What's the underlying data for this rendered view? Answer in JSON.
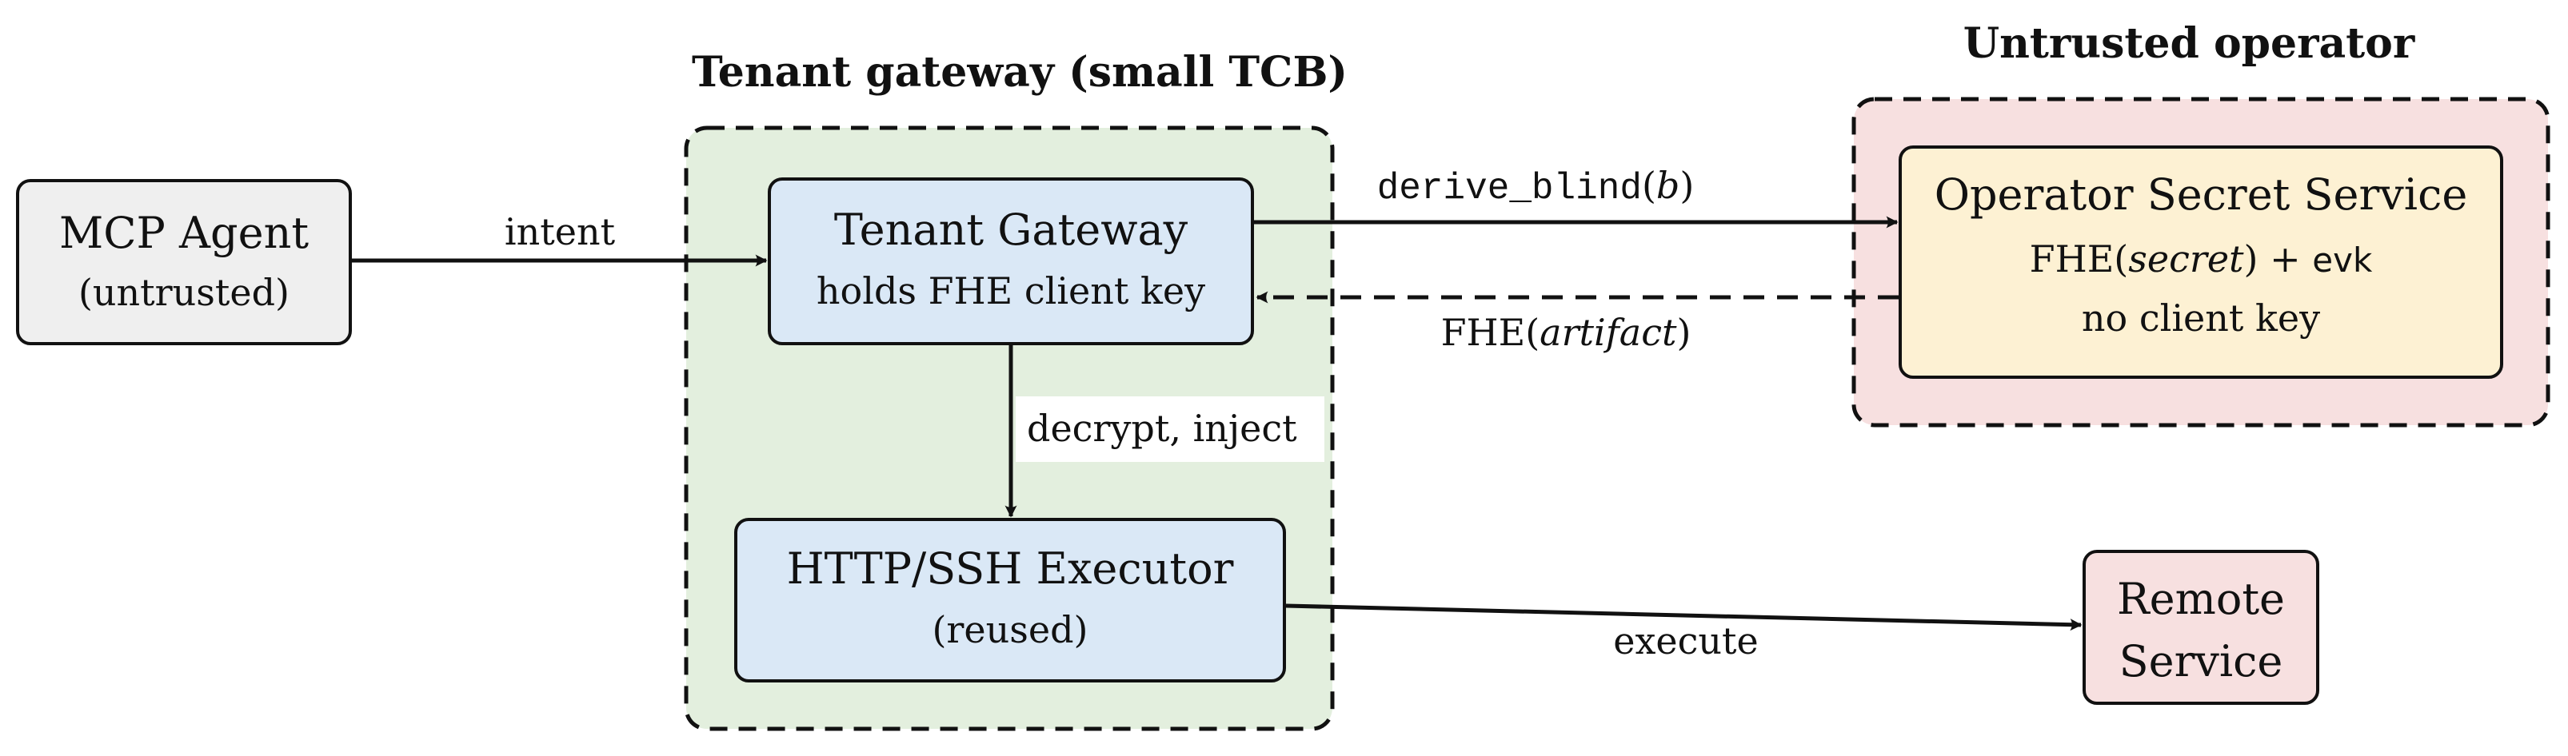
{
  "diagram": {
    "groups": {
      "tenant": {
        "title": "Tenant gateway (small TCB)",
        "fill": "#e3efde"
      },
      "operator": {
        "title": "Untrusted operator",
        "fill": "#f7e0e0"
      }
    },
    "nodes": {
      "mcp_agent": {
        "line1": "MCP Agent",
        "line2": "(untrusted)",
        "fill": "#efefef"
      },
      "tenant_gateway": {
        "line1": "Tenant Gateway",
        "line2": "holds FHE client key",
        "fill": "#dae8f6"
      },
      "executor": {
        "line1": "HTTP/SSH Executor",
        "line2": "(reused)",
        "fill": "#dae8f6"
      },
      "operator_service": {
        "line1": "Operator Secret Service",
        "line2": {
          "fn": "FHE(",
          "arg": "secret",
          "close": ")",
          "plus": " + ",
          "evk": "evk"
        },
        "line3": "no client key",
        "fill": "#fdf1d3"
      },
      "remote_service": {
        "line1": "Remote",
        "line2": "Service",
        "fill": "#f7e0e0"
      }
    },
    "edges": {
      "intent": {
        "label": "intent"
      },
      "derive_blind": {
        "fn": "derive_blind",
        "open": "(",
        "arg": "b",
        "close": ")"
      },
      "fhe_artifact": {
        "fn": "FHE(",
        "arg": "artifact",
        "close": ")"
      },
      "decrypt_inject": {
        "label": "decrypt, inject"
      },
      "execute": {
        "label": "execute"
      }
    },
    "colors": {
      "stroke": "#111111",
      "background": "#ffffff"
    }
  }
}
